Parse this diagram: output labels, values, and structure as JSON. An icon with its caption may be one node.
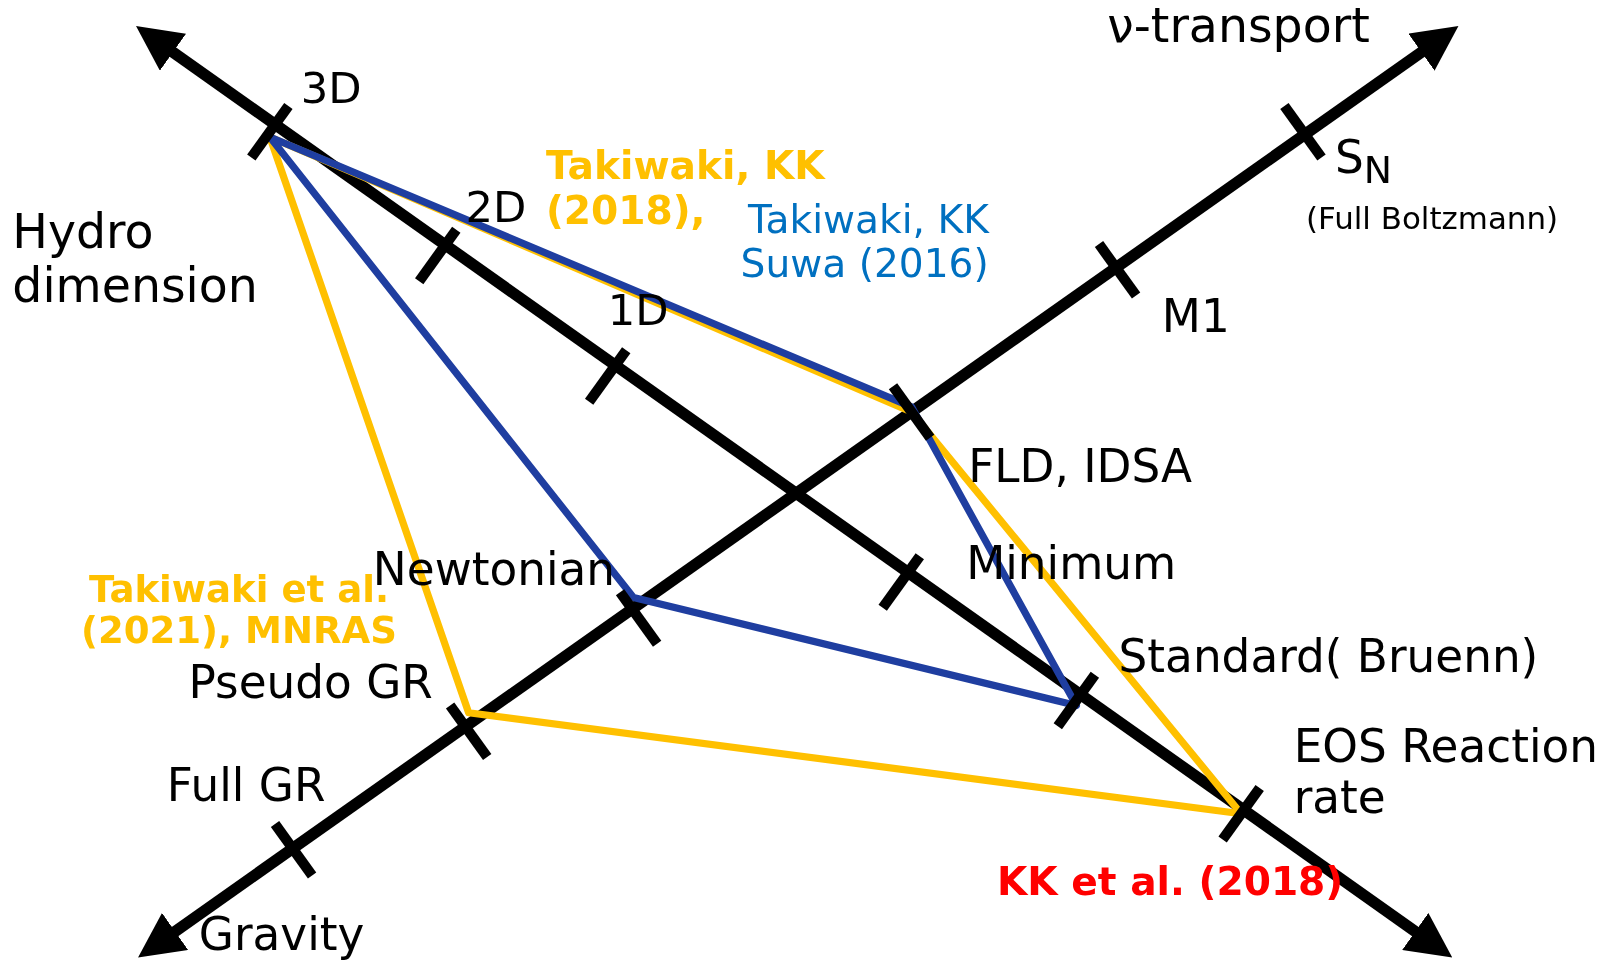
{
  "diagram": {
    "labels": [
      "ν-transport",
      "3D",
      "S$_{N}$",
      "(Full Boltzmann)",
      "Takiwaki, KK (2018),",
      "Takiwaki, KK Suwa (2016)",
      "Hydro dimension",
      "2D",
      "M1",
      "1D",
      "FLD, IDSA",
      "Minimum",
      "Newtonian",
      "Takiwaki et al. (2021), MNRAS",
      "Standard( Bruenn)",
      "Pseudo GR",
      "EOS Reaction rate",
      "Full GR",
      "KK et al. (2018)",
      "Gravity"
    ]
  }
}
